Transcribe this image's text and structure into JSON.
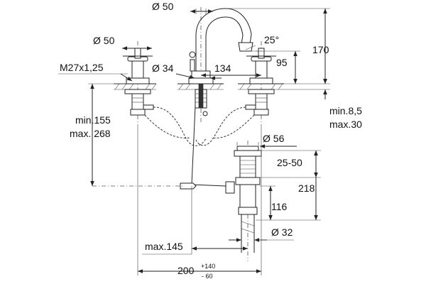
{
  "diagram": {
    "labels": {
      "spout_diameter": "Ø 50",
      "handle_diameter": "Ø 50",
      "thread": "M27x1,25",
      "hole_diameter": "Ø 34",
      "spread": "134",
      "angle": "25°",
      "height_total": "170",
      "height_outlet": "95",
      "deck_min": "min.8,5",
      "deck_max": "max.30",
      "supply_min": "min.155",
      "supply_max": "max. 268",
      "drain_diameter": "Ø 56",
      "drain_range": "25-50",
      "drain_height": "218",
      "drain_depth": "116",
      "tailpiece_diameter": "Ø 32",
      "rod_max": "max.145",
      "width_base": "200",
      "width_plus": "+140",
      "width_minus": "- 60"
    }
  }
}
